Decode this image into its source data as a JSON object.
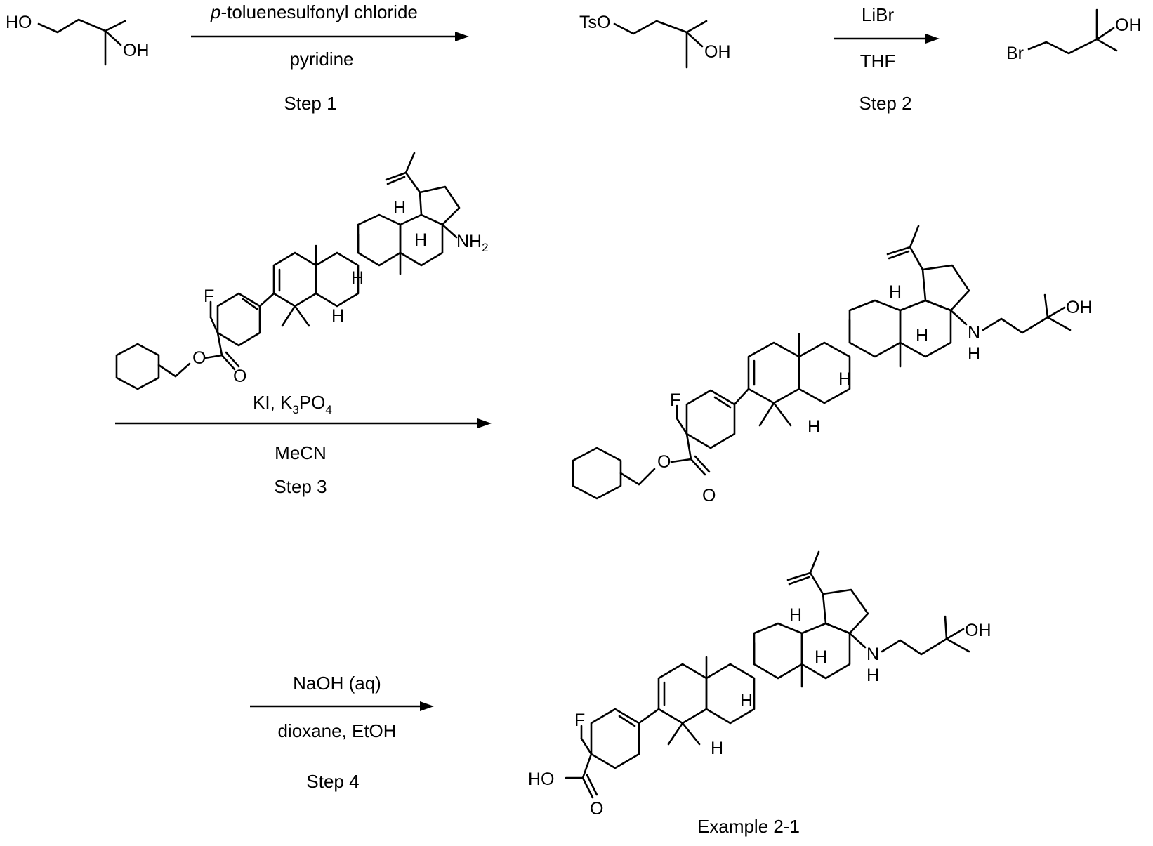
{
  "steps": [
    {
      "label": "Step 1",
      "reagent_above_italic": "p",
      "reagent_above": "-toluenesulfonyl chloride",
      "reagent_below": "pyridine"
    },
    {
      "label": "Step 2",
      "reagent_above": "LiBr",
      "reagent_below": "THF"
    },
    {
      "label": "Step 3",
      "reagent_above_1": "KI, K",
      "reagent_above_sub1": "3",
      "reagent_above_2": "PO",
      "reagent_above_sub2": "4",
      "reagent_below": "MeCN"
    },
    {
      "label": "Step 4",
      "reagent_above": "NaOH (aq)",
      "reagent_below": "dioxane, EtOH"
    }
  ],
  "compounds": {
    "diol": {
      "left_group": "HO",
      "right_group": "OH"
    },
    "tosylate": {
      "left_group": "TsO",
      "right_group": "OH"
    },
    "bromide": {
      "left_group": "Br",
      "right_group": "OH"
    },
    "amine": {
      "fluoro": "F",
      "amine": "NH",
      "amine_sub": "2",
      "ester_oxygen": "O",
      "carbonyl_oxygen": "O",
      "hydrogens": [
        "H",
        "H",
        "H",
        "H"
      ]
    },
    "ester_product": {
      "fluoro": "F",
      "nitrogen": "N",
      "nitrogen_h": "H",
      "hydroxyl": "OH",
      "ester_oxygen": "O",
      "carbonyl_oxygen": "O",
      "hydrogens": [
        "H",
        "H",
        "H",
        "H"
      ]
    },
    "acid_product": {
      "fluoro": "F",
      "nitrogen": "N",
      "nitrogen_h": "H",
      "hydroxyl": "OH",
      "acid_hydroxyl": "HO",
      "carbonyl_oxygen": "O",
      "hydrogens": [
        "H",
        "H",
        "H",
        "H"
      ],
      "caption": "Example 2-1"
    }
  }
}
